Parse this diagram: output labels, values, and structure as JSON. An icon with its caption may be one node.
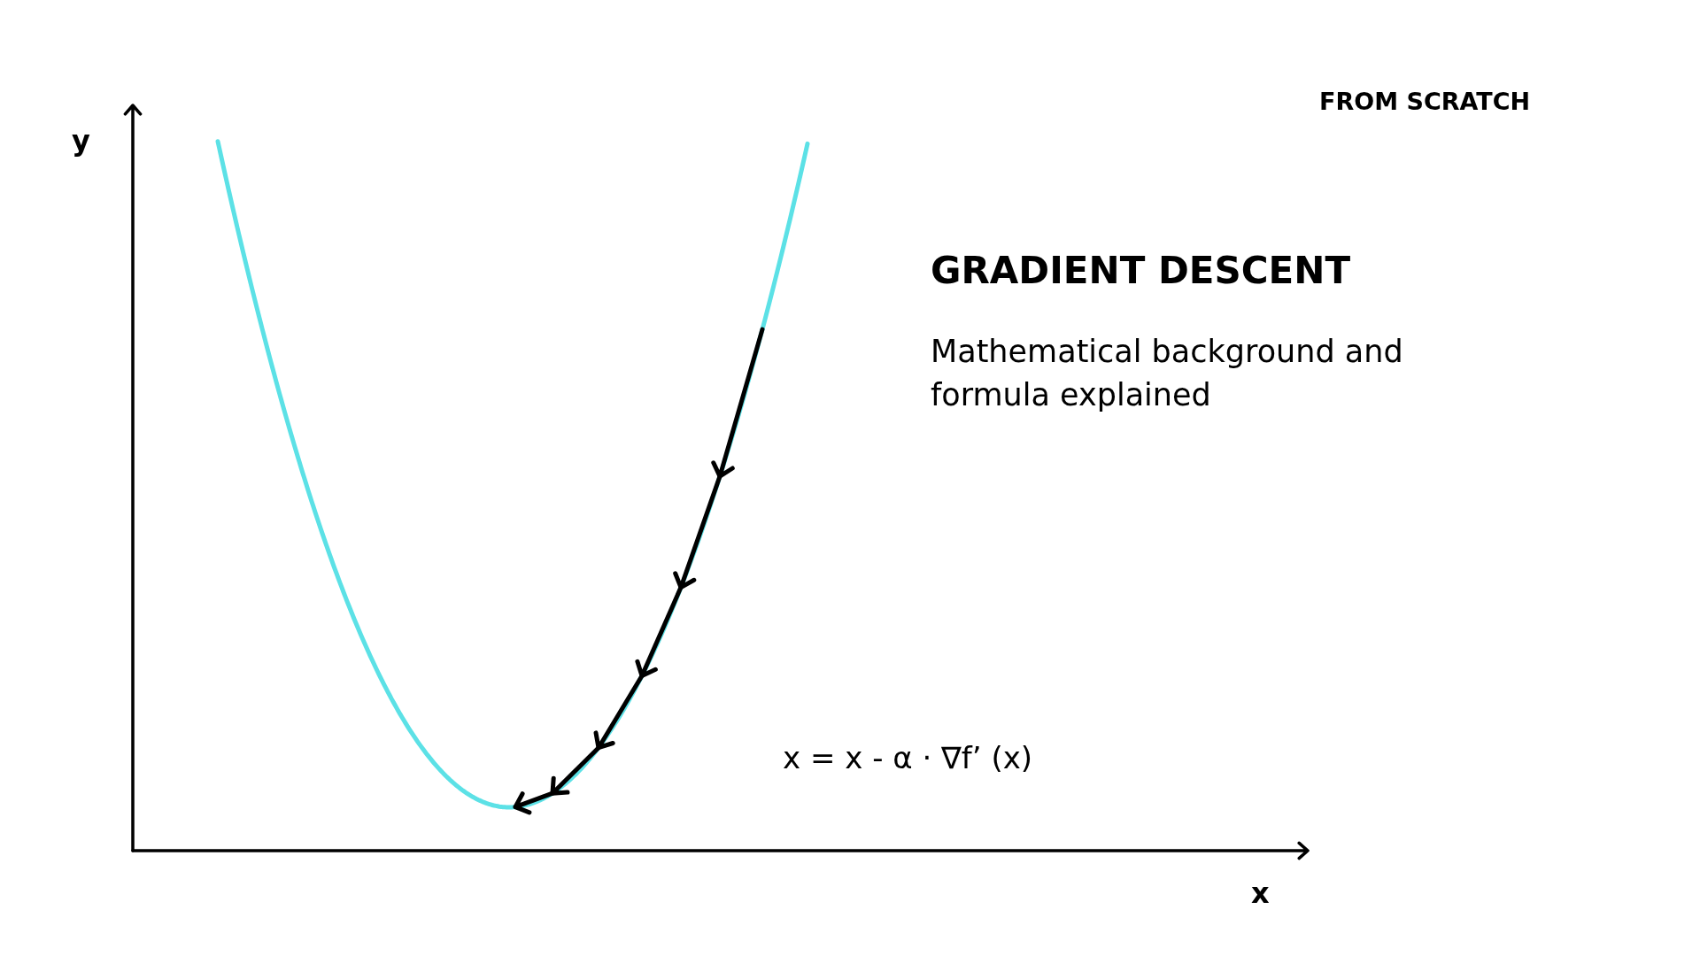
{
  "diagram": {
    "title": "GRADIENT DESCENT",
    "labels": [
      "FROM SCRATCH",
      "y",
      "Mathematical background and formula explained",
      "x = x - α · ∇f’ (x)",
      "x"
    ]
  }
}
